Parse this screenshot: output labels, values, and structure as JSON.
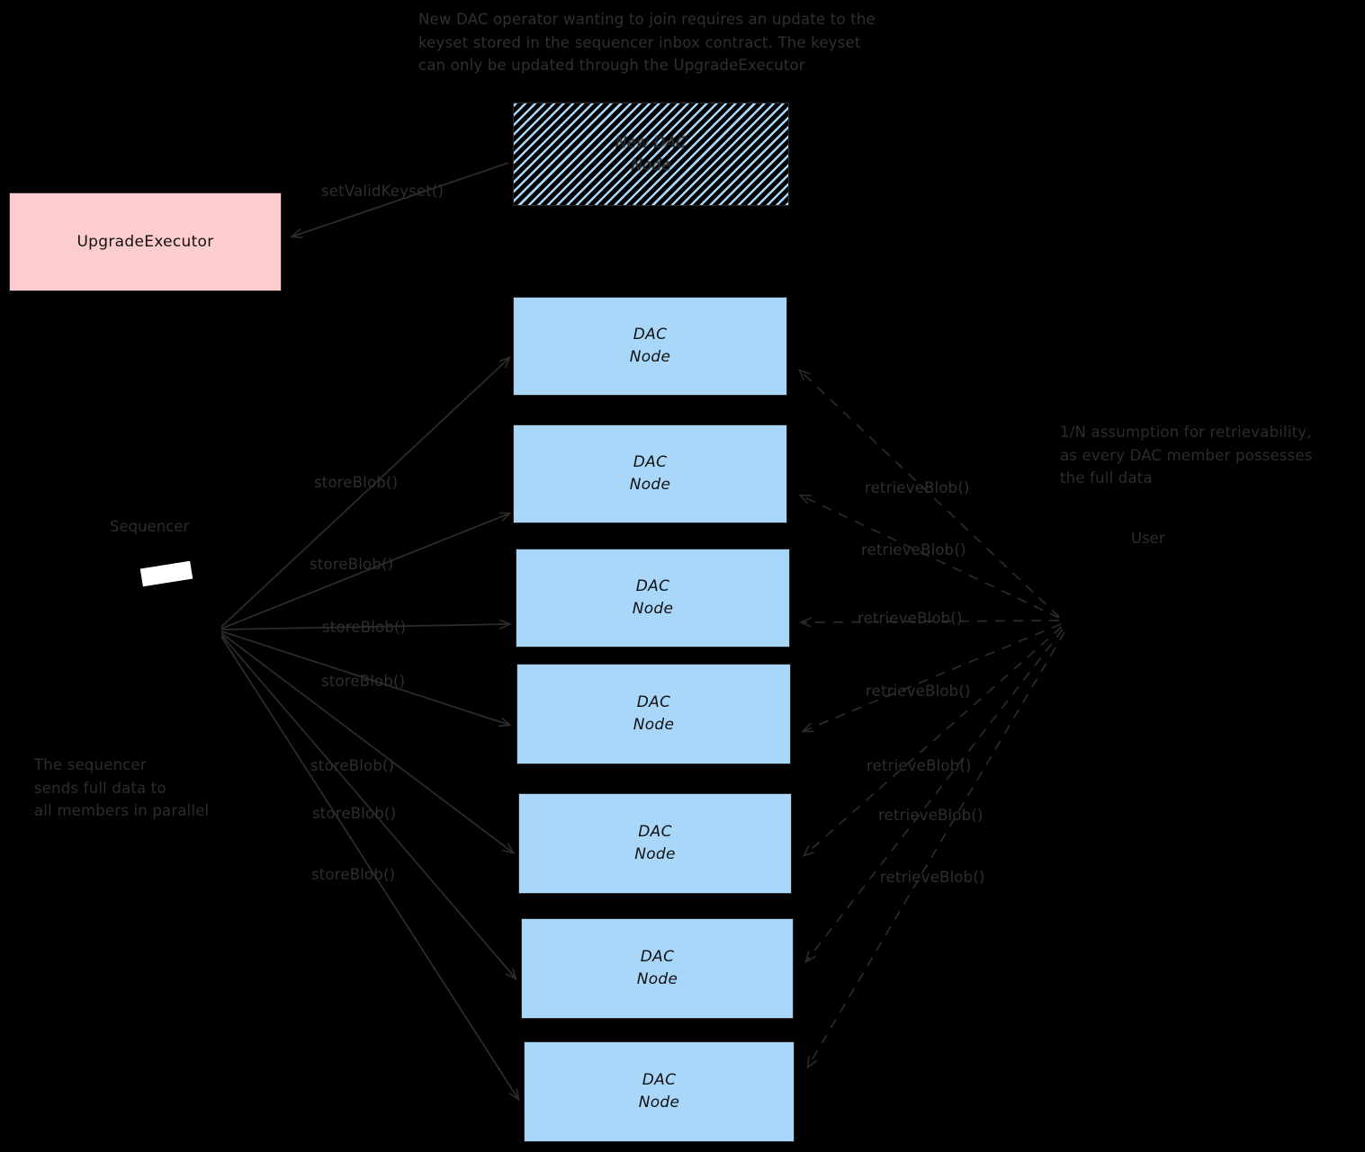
{
  "diagram": {
    "title_note": "New DAC operator wanting to join requires an update to the\nkeyset stored in the sequencer inbox contract. The keyset\ncan only be updated through the UpgradeExecutor",
    "sequencer_note": "The sequencer\nsends full data to\nall members in parallel",
    "retrievability_note": "1/N assumption for retrievability,\nas every DAC member possesses\nthe full data"
  },
  "actors": {
    "sequencer_label": "Sequencer",
    "user_label": "User"
  },
  "boxes": {
    "upgrade_executor": {
      "label": "UpgradeExecutor",
      "fill": "#fdcdcd"
    },
    "new_dac_node": {
      "line1": "New DAC",
      "line2": "Node",
      "fill": "#a9d7fa",
      "pattern": "diagonal-hatch"
    },
    "dac_nodes": [
      {
        "line1": "DAC",
        "line2": "Node",
        "fill": "#a9d7fa"
      },
      {
        "line1": "DAC",
        "line2": "Node",
        "fill": "#a9d7fa"
      },
      {
        "line1": "DAC",
        "line2": "Node",
        "fill": "#a9d7fa"
      },
      {
        "line1": "DAC",
        "line2": "Node",
        "fill": "#a9d7fa"
      },
      {
        "line1": "DAC",
        "line2": "Node",
        "fill": "#a9d7fa"
      },
      {
        "line1": "DAC",
        "line2": "Node",
        "fill": "#a9d7fa"
      },
      {
        "line1": "DAC",
        "line2": "Node",
        "fill": "#a9d7fa"
      }
    ]
  },
  "edges": {
    "set_valid_keyset": "setValidKeyset()",
    "store_blob_labels": [
      "storeBlob()",
      "storeBlob()",
      "storeBlob()",
      "storeBlob()",
      "storeBlob()",
      "storeBlob()",
      "storeBlob()"
    ],
    "retrieve_blob_labels": [
      "retrieveBlob()",
      "retrieveBlob()",
      "retrieveBlob()",
      "retrieveBlob()",
      "retrieveBlob()",
      "retrieveBlob()",
      "retrieveBlob()"
    ]
  },
  "colors": {
    "background": "#000000",
    "node_fill": "#a9d7fa",
    "executor_fill": "#fdcdcd",
    "stroke": "#2b2b2b",
    "text": "#2c2c2c"
  }
}
